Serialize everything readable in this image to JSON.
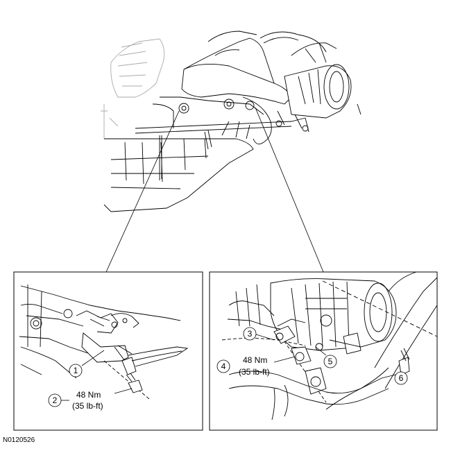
{
  "callouts": {
    "c1": "1",
    "c2": "2",
    "c3": "3",
    "c4": "4",
    "c5": "5",
    "c6": "6"
  },
  "torque_left": {
    "nm": "48 Nm",
    "lbft": "(35 lb-ft)"
  },
  "torque_right": {
    "nm": "48 Nm",
    "lbft": "(35 lb-ft)"
  },
  "document_id": "N0120526"
}
